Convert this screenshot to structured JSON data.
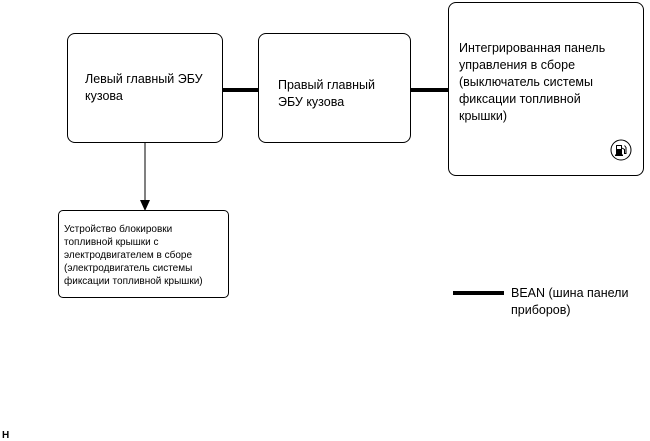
{
  "nodes": {
    "left_ecu": "Левый главный ЭБУ\nкузова",
    "right_ecu": "Правый главный\nЭБУ кузова",
    "panel": "Интегрированная панель\nуправления в сборе\n(выключатель системы\nфиксации топливной\nкрышки)",
    "lock": "Устройство блокировки\nтопливной крышки с\nэлектродвигателем в сборе\n(электродвигатель системы\nфиксации топливной крышки)"
  },
  "legend": {
    "label": "BEAN (шина панели\nприборов)"
  },
  "panel_icon": "fuel-pump-icon",
  "corner_mark": "H"
}
